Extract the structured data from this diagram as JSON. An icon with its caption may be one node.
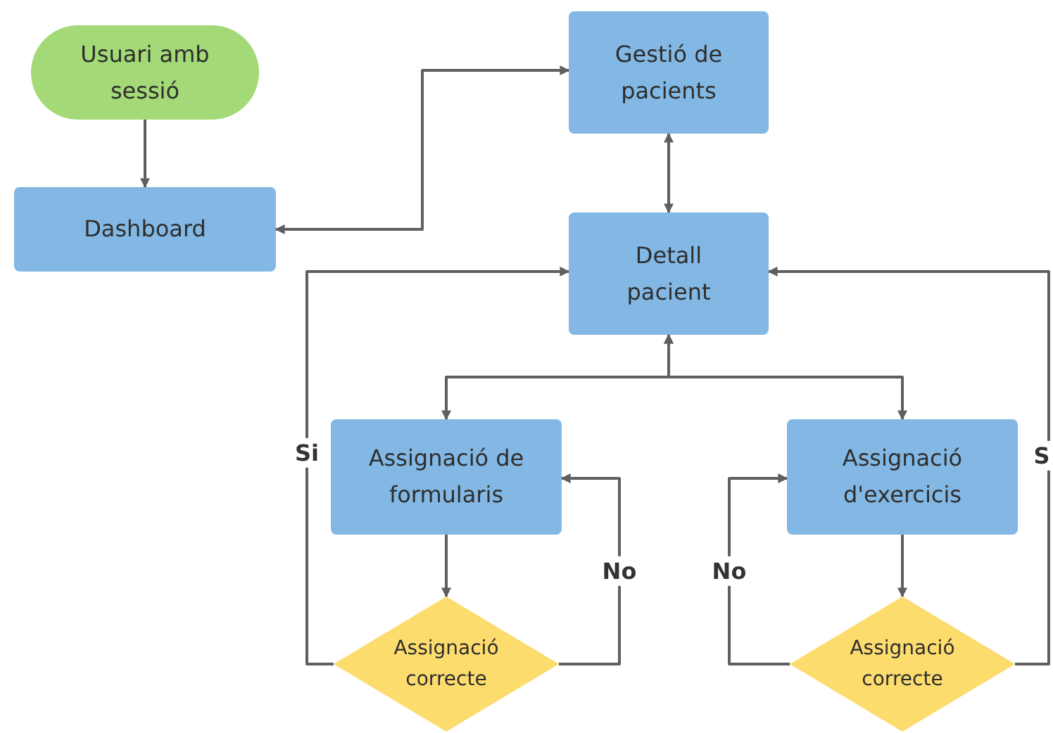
{
  "diagram": {
    "nodes": [
      {
        "text": [
          "Usuari amb sessió"
        ]
      },
      {
        "text": [
          "Dashboard"
        ]
      },
      {
        "text": [
          "Gestió de pacients"
        ]
      },
      {
        "text": [
          "Detall pacient"
        ]
      },
      {
        "text": [
          "Assignació de formularis"
        ]
      },
      {
        "text": [
          "Assignació d'exercicis"
        ]
      },
      {
        "text": [
          "Assignació correcte"
        ]
      },
      {
        "text": [
          "Assignació correcte"
        ]
      }
    ],
    "edges": [
      {
        "from": 0,
        "to": 1,
        "arrow": "to"
      },
      {
        "from": 1,
        "to": 2,
        "arrow": "both"
      },
      {
        "from": 2,
        "to": 3,
        "arrow": "both"
      },
      {
        "from": 3,
        "to": 4,
        "arrow": "both"
      },
      {
        "from": 3,
        "to": 5,
        "arrow": "both"
      },
      {
        "from": 4,
        "to": 6,
        "arrow": "to"
      },
      {
        "from": 6,
        "to": 4,
        "arrow": "to",
        "label": "No"
      },
      {
        "from": 6,
        "to": 3,
        "arrow": "to",
        "label": "Si"
      },
      {
        "from": 5,
        "to": 7,
        "arrow": "to"
      },
      {
        "from": 7,
        "to": 5,
        "arrow": "to",
        "label": "No"
      },
      {
        "from": 7,
        "to": 3,
        "arrow": "to",
        "label": "S"
      }
    ]
  }
}
